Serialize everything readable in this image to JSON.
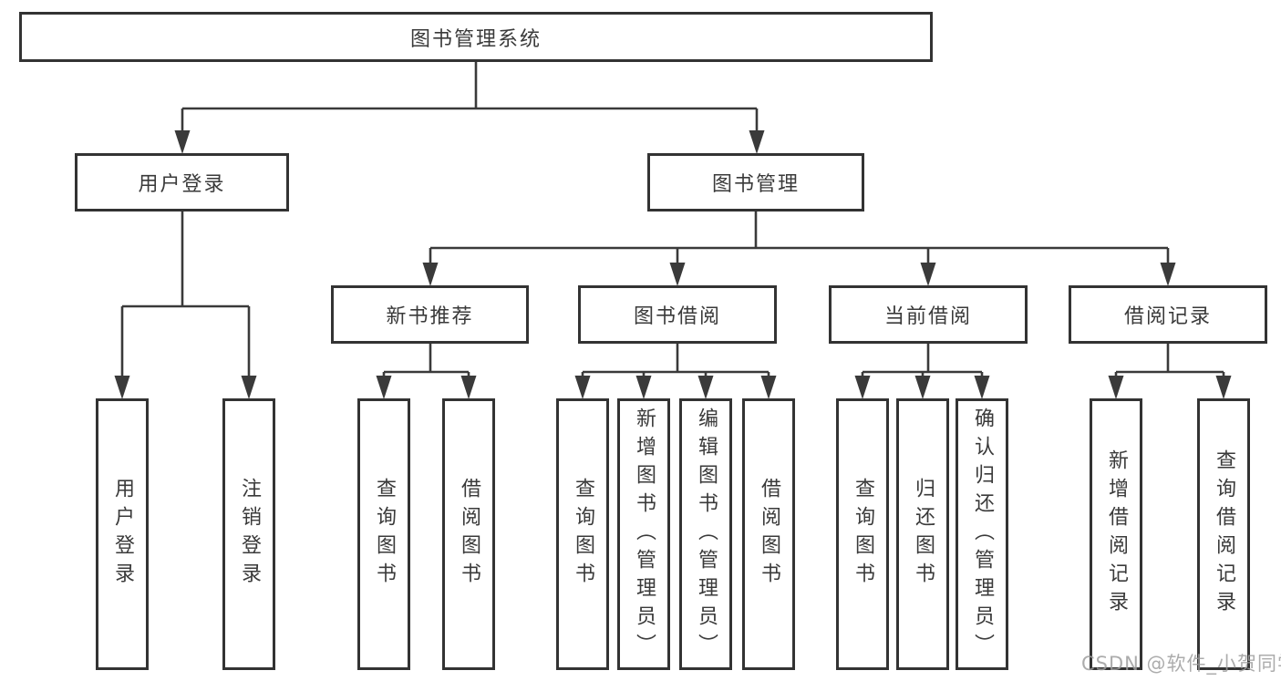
{
  "tree": {
    "label": "图书管理系统",
    "children": [
      {
        "label": "用户登录",
        "children": [
          {
            "label": "用户登录"
          },
          {
            "label": "注销登录"
          }
        ]
      },
      {
        "label": "图书管理",
        "children": [
          {
            "label": "新书推荐",
            "children": [
              {
                "label": "查询图书"
              },
              {
                "label": "借阅图书"
              }
            ]
          },
          {
            "label": "图书借阅",
            "children": [
              {
                "label": "查询图书"
              },
              {
                "label": "新增图书（管理员）"
              },
              {
                "label": "编辑图书（管理员）"
              },
              {
                "label": "借阅图书"
              }
            ]
          },
          {
            "label": "当前借阅",
            "children": [
              {
                "label": "查询图书"
              },
              {
                "label": "归还图书"
              },
              {
                "label": "确认归还（管理员）"
              }
            ]
          },
          {
            "label": "借阅记录",
            "children": [
              {
                "label": "新增借阅记录"
              },
              {
                "label": "查询借阅记录"
              }
            ]
          }
        ]
      }
    ]
  },
  "watermark": {
    "text": "CSDN @软件_小贺同学"
  },
  "colors": {
    "line": "#3a3a3a",
    "box_border": "#333333",
    "text": "#3a3a3a",
    "watermark": "#9e9e9e",
    "background": "#ffffff"
  }
}
